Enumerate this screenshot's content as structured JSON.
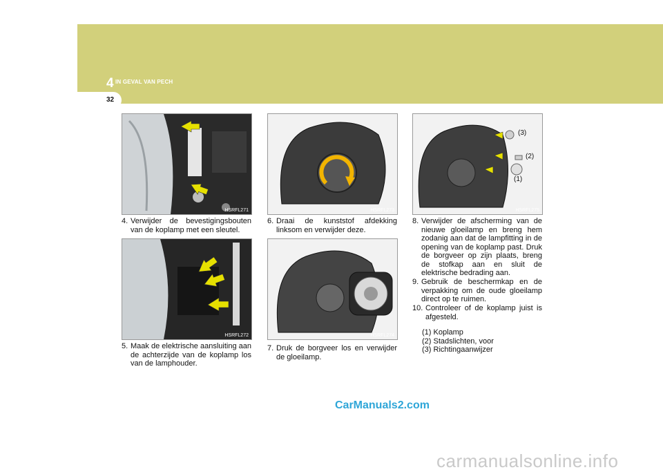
{
  "header": {
    "chapter_number": "4",
    "chapter_title": "IN GEVAL VAN PECH",
    "page_number": "32"
  },
  "figures": [
    {
      "code": "HSRFL271"
    },
    {
      "code": "HSRFL272"
    },
    {
      "code": "HSRFL273"
    },
    {
      "code": "HSRFL274"
    },
    {
      "code": "HSRFL275",
      "callouts": [
        "(3)",
        "(2)",
        "(1)"
      ]
    }
  ],
  "steps": [
    {
      "num": "4.",
      "text": "Verwijder de bevestigingsbouten van de koplamp met een sleutel."
    },
    {
      "num": "5.",
      "text": "Maak de elektrische aansluiting aan de achterzijde van de koplamp los van de lamphouder."
    },
    {
      "num": "6.",
      "text": "Draai de kunststof afdekking linksom en verwijder deze."
    },
    {
      "num": "7.",
      "text": "Druk de borgveer los en verwijder de gloeilamp."
    },
    {
      "num": "8.",
      "text": "Verwijder de afscherming van de nieuwe gloeilamp en breng hem zodanig aan dat de lampfitting in de opening van de koplamp past. Druk de borgveer op zijn plaats, breng de stofkap aan en sluit de elektrische bedrading aan."
    },
    {
      "num": "9.",
      "text": "Gebruik de beschermkap en de verpakking om de oude gloeilamp direct op te ruimen."
    },
    {
      "num": "10.",
      "text": "Controleer of de koplamp juist is afgesteld."
    }
  ],
  "legend": [
    "(1) Koplamp",
    "(2) Stadslichten, voor",
    "(3) Richtingaanwijzer"
  ],
  "watermarks": {
    "site1": "CarManuals2.com",
    "site2": "carmanualsonline.info"
  },
  "colors": {
    "band": "#d2d07b",
    "arrow": "#e6e000",
    "rotate_arrow": "#f2b400"
  }
}
